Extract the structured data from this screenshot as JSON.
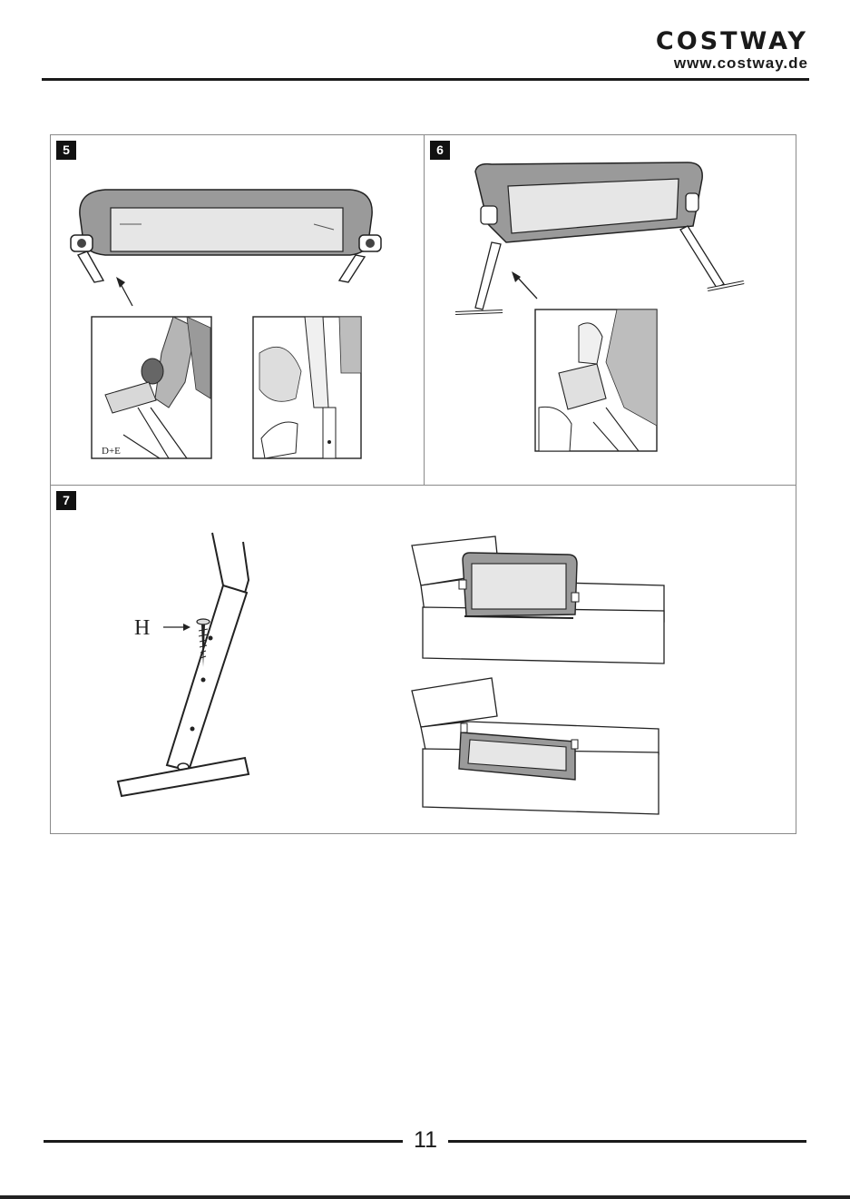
{
  "header": {
    "brand_name": "COSTWAY",
    "brand_url": "www.costway.de"
  },
  "steps": [
    {
      "number": "5",
      "part_label": "D+E"
    },
    {
      "number": "6"
    },
    {
      "number": "7",
      "part_label": "H"
    }
  ],
  "footer": {
    "page_number": "11"
  },
  "colors": {
    "ink": "#1a1a1a",
    "fabric": "#9a9a9a",
    "mesh": "#e6e6e6",
    "panel_border": "#8a8a8a"
  }
}
